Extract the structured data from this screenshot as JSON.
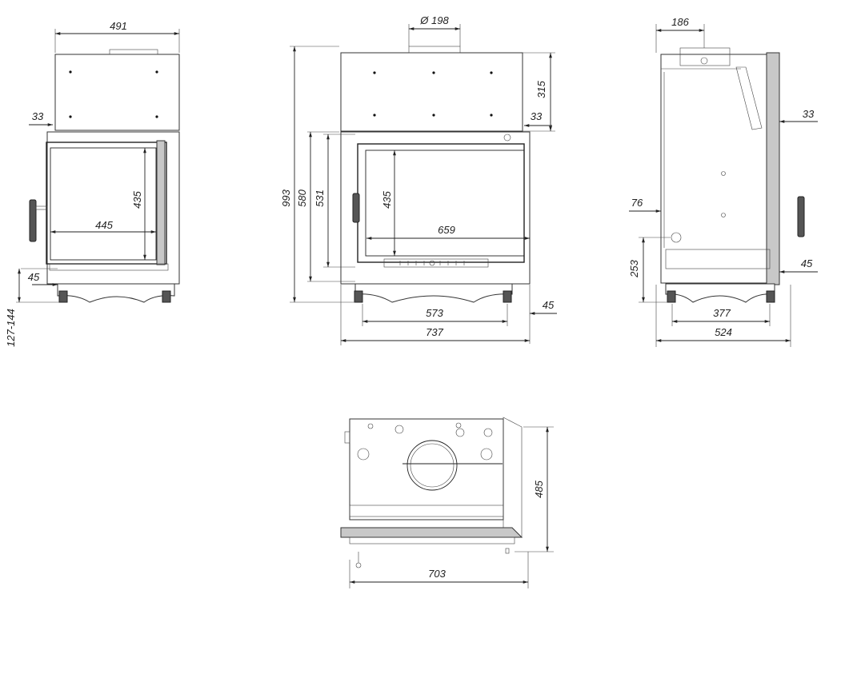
{
  "views": {
    "front": {
      "width_total": "491",
      "side_offset": "33",
      "foot_offset": "45",
      "leg_height": "127-144",
      "glass_width": "445",
      "glass_height": "435"
    },
    "side_front": {
      "flue_diameter": "Ø 198",
      "total_height": "993",
      "body_height": "580",
      "door_height": "531",
      "glass_height": "435",
      "glass_width": "659",
      "top_height": "315",
      "top_offset": "33",
      "feet_span": "573",
      "foot_offset": "45",
      "total_width": "737"
    },
    "side": {
      "flue_offset": "186",
      "side_offset": "33",
      "inlet_offset": "76",
      "inlet_height": "253",
      "foot_offset": "45",
      "feet_span": "377",
      "total_depth": "524"
    },
    "top": {
      "depth": "485",
      "width": "703"
    }
  },
  "colors": {
    "line": "#222222",
    "panel": "#c8c8c8",
    "background": "#ffffff"
  },
  "arrow_marker": "arrow-icon"
}
